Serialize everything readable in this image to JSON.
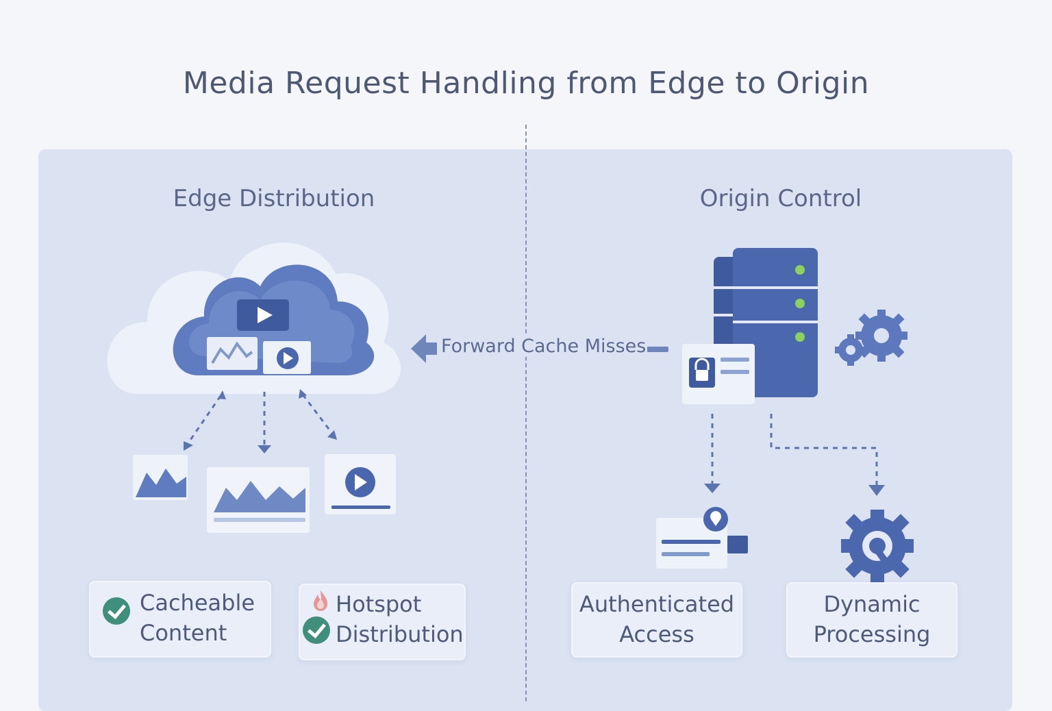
{
  "title": "Media Request Handling from Edge to Origin",
  "sections": {
    "edge": {
      "title": "Edge Distribution",
      "cards": [
        {
          "line1": "Cacheable",
          "line2": "Content",
          "icon": "check-icon"
        },
        {
          "line1": "Hotspot",
          "line2": "Distribution",
          "icon": "fire-icon"
        }
      ]
    },
    "origin": {
      "title": "Origin Control",
      "cards": [
        {
          "line1": "Authenticated",
          "line2": "Access"
        },
        {
          "line1": "Dynamic",
          "line2": "Processing"
        }
      ]
    }
  },
  "connector": {
    "label": "Forward Cache Misses"
  },
  "colors": {
    "background": "#f5f6fa",
    "panel": "#dbe3f2",
    "icon_blue": "#4a66ad",
    "check_green": "#3f8f7c",
    "led_green": "#8ed15f",
    "flame": "#e07a7a"
  }
}
